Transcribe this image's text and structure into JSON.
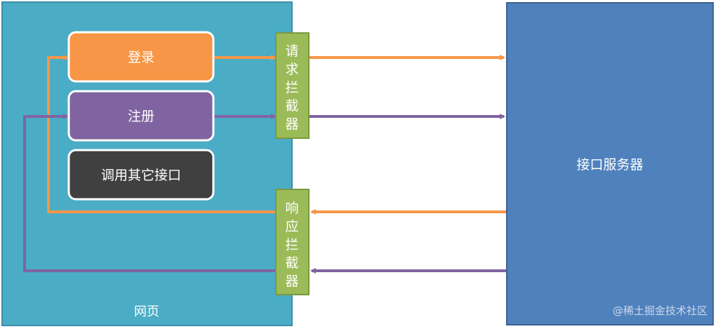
{
  "colors": {
    "webpage_bg": "#4bacc6",
    "server_bg": "#4f81bd",
    "login": "#f79646",
    "register": "#8064a2",
    "other_api": "#404040",
    "interceptor": "#9bbb59",
    "interceptor_border": "#7a9a3e",
    "text_light": "#ffffff"
  },
  "webpage": {
    "label": "网页"
  },
  "buttons": {
    "login": "登录",
    "register": "注册",
    "other_api": "调用其它接口"
  },
  "request_interceptor": {
    "chars": [
      "请",
      "求",
      "拦",
      "截",
      "器"
    ]
  },
  "response_interceptor": {
    "chars": [
      "响",
      "应",
      "拦",
      "截",
      "器"
    ]
  },
  "server": {
    "label": "接口服务器"
  },
  "watermark": "@稀土掘金技术社区"
}
